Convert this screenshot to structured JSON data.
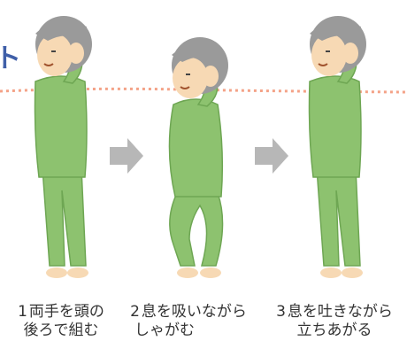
{
  "heading_fragment": "ト",
  "colors": {
    "clothing": "#8dc26f",
    "clothing_shadow": "#6ea653",
    "hair": "#9a9a9a",
    "skin": "#f7d9b4",
    "guide_line": "#f4a287",
    "arrow": "#b7b7b7",
    "heading": "#3f5fa8"
  },
  "steps": [
    {
      "number": "1",
      "line1": "両手を頭の",
      "line2": "後ろで組む"
    },
    {
      "number": "2",
      "line1": "息を吸いながら",
      "line2": "しゃがむ"
    },
    {
      "number": "3",
      "line1": "息を吐きながら",
      "line2": "立ちあがる"
    }
  ],
  "icons": [
    "right-arrow-icon",
    "right-arrow-icon"
  ]
}
